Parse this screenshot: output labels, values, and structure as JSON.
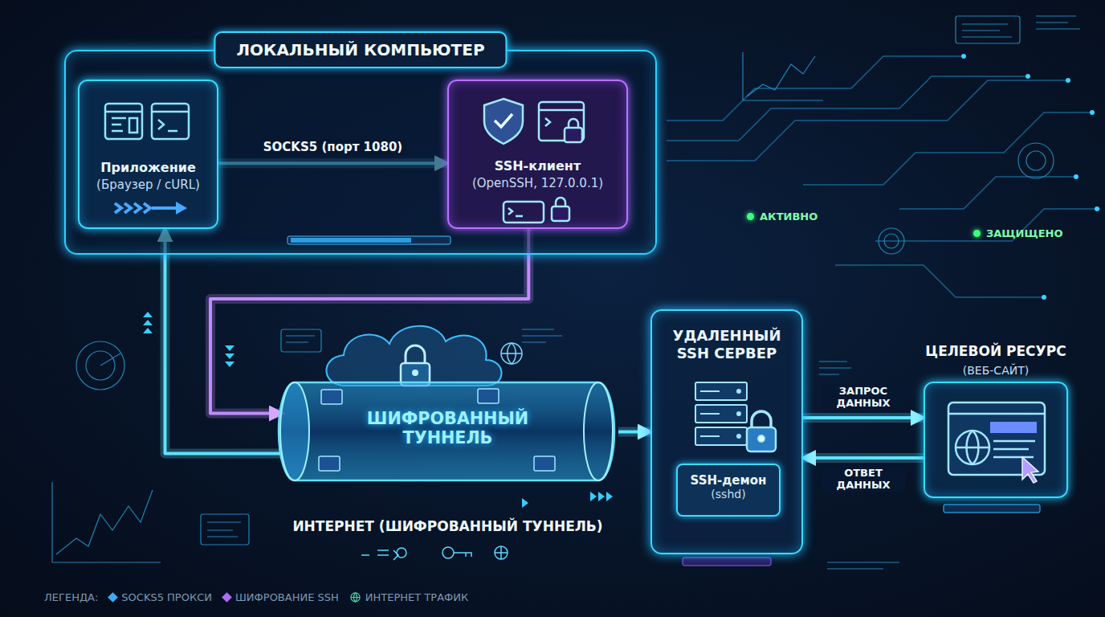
{
  "diagram": {
    "nodes": [
      {
        "text": [
          "ЛОКАЛЬНЫЙ КОМПЬЮТЕР"
        ]
      },
      {
        "text": [
          "Приложение",
          "(Браузер / cURL)"
        ],
        "in": 0
      },
      {
        "text": [
          "SSH-клиент",
          "(OpenSSH, 127.0.0.1)"
        ],
        "in": 0
      },
      {
        "text": [
          "ШИФРОВАННЫЙ ТУННЕЛЬ",
          "ИНТЕРНЕТ (ШИФРОВАННЫЙ ТУННЕЛЬ)"
        ]
      },
      {
        "text": [
          "УДАЛЕННЫЙ SSH СЕРВЕР"
        ]
      },
      {
        "text": [
          "SSH-демон",
          "(sshd)"
        ],
        "in": 4
      },
      {
        "text": [
          "ЦЕЛЕВОЙ РЕСУРС",
          "(ВЕБ-САЙТ)"
        ]
      }
    ],
    "edges": [
      {
        "from": 1,
        "to": 2,
        "label": "SOCKS5 (порт 1080)",
        "arrow": "to"
      },
      {
        "from": 2,
        "to": 3,
        "arrow": "to"
      },
      {
        "from": 3,
        "to": 1,
        "arrow": "to"
      },
      {
        "from": 3,
        "to": 4,
        "arrow": "to"
      },
      {
        "from": 4,
        "to": 6,
        "label": "ЗАПРОС ДАННЫХ",
        "arrow": "to"
      },
      {
        "from": 6,
        "to": 4,
        "label": "ОТВЕТ ДАННЫХ",
        "arrow": "to"
      }
    ],
    "labels": [
      "АКТИВНО",
      "ЗАЩИЩЕНО",
      "ЛЕГЕНДА:"
    ],
    "legend": [
      {
        "text": "SOCKS5 ПРОКСИ",
        "color": "#3fa9f5"
      },
      {
        "text": "ШИФРОВАНИЕ SSH",
        "color": "#b06cf0"
      },
      {
        "text": "ИНТЕРНЕТ ТРАФИК"
      }
    ]
  }
}
